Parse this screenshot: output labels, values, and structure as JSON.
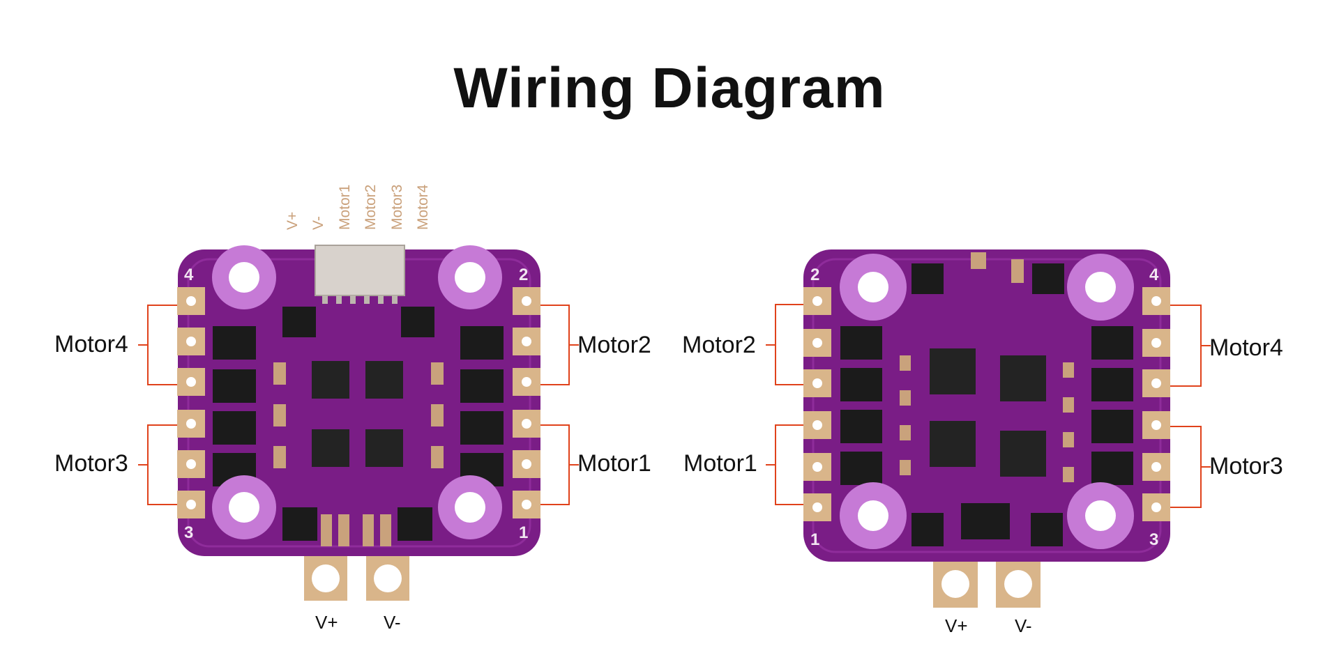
{
  "title": "Wiring Diagram",
  "colors": {
    "pcb": "#7a1d86",
    "pcb_dark": "#5e1468",
    "pad": "#d9b58a",
    "mount": "#c67ad6",
    "bracket": "#e0421b",
    "connector_label": "#c9a07a"
  },
  "top_board": {
    "connector_labels": [
      "V+",
      "V-",
      "Motor1",
      "Motor2",
      "Motor3",
      "Motor4"
    ],
    "corners": [
      "4",
      "2",
      "3",
      "1"
    ],
    "left_labels": [
      "Motor4",
      "Motor3"
    ],
    "right_labels": [
      "Motor2",
      "Motor1"
    ],
    "power_labels": [
      "V+",
      "V-"
    ]
  },
  "bottom_board": {
    "corners": [
      "2",
      "4",
      "1",
      "3"
    ],
    "left_labels": [
      "Motor2",
      "Motor1"
    ],
    "right_labels": [
      "Motor4",
      "Motor3"
    ],
    "power_labels": [
      "V+",
      "V-"
    ]
  }
}
